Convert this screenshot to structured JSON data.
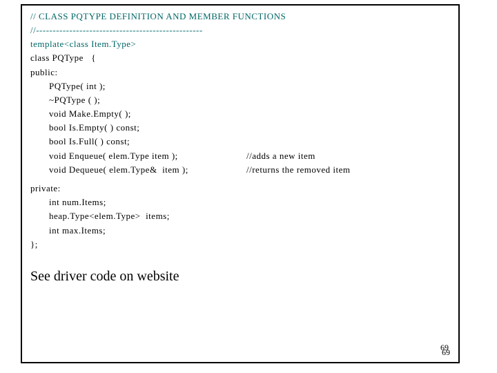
{
  "code": {
    "header_comment": "// CLASS PQTYPE DEFINITION AND MEMBER FUNCTIONS",
    "divider_comment": "//--------------------------------------------------",
    "template_line": "template<class Item.Type>",
    "class_line": "class PQType   {",
    "public_label": "public:",
    "ctor": "PQType( int );",
    "dtor": "~PQType ( );",
    "make_empty": "void Make.Empty( );",
    "is_empty": "bool Is.Empty( ) const;",
    "is_full": "bool Is.Full( ) const;",
    "enqueue": "void Enqueue( elem.Type item );",
    "enqueue_comment": "//adds a new item",
    "dequeue": "void Dequeue( elem.Type&  item );",
    "dequeue_comment": "//returns the removed item",
    "private_label": "private:",
    "num_items": "int num.Items;",
    "heap_items": "heap.Type<elem.Type>  items;",
    "max_items": "int max.Items;",
    "close_brace": "};"
  },
  "note": "See driver code on website",
  "slide_number_a": "69",
  "slide_number_b": "69"
}
